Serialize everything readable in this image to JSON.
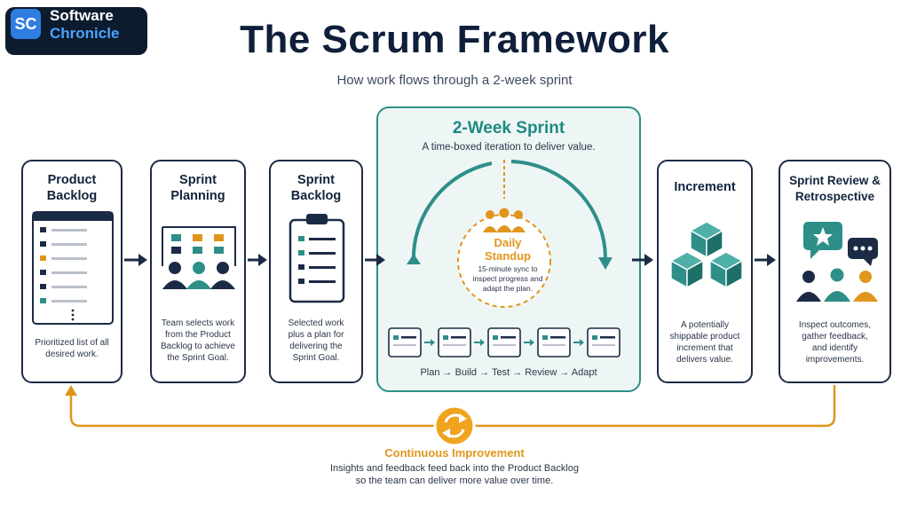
{
  "logo": {
    "badge": "SC",
    "line1": "Software",
    "line2": "Chronicle"
  },
  "header": {
    "title": "The Scrum Framework",
    "subtitle": "How work flows through a 2-week sprint"
  },
  "stages": [
    {
      "title_line1": "Product",
      "title_line2": "Backlog",
      "desc": [
        "Prioritized list of all",
        "desired work."
      ]
    },
    {
      "title_line1": "Sprint",
      "title_line2": "Planning",
      "desc": [
        "Team selects work",
        "from the Product",
        "Backlog to achieve",
        "the Sprint Goal."
      ]
    },
    {
      "title_line1": "Sprint",
      "title_line2": "Backlog",
      "desc": [
        "Selected work",
        "plus a plan for",
        "delivering the",
        "Sprint Goal."
      ]
    },
    {
      "title_line1": "Increment",
      "title_line2": "",
      "desc": [
        "A potentially",
        "shippable product",
        "increment that",
        "delivers value."
      ]
    },
    {
      "title_line1": "Sprint Review &",
      "title_line2": "Retrospective",
      "desc": [
        "Inspect outcomes,",
        "gather feedback,",
        "and identify",
        "improvements."
      ]
    }
  ],
  "sprint": {
    "title": "2-Week Sprint",
    "subtitle": "A time-boxed iteration to deliver value.",
    "standup": {
      "title_line1": "Daily",
      "title_line2": "Standup",
      "desc": [
        "15-minute sync to",
        "inspect progress and",
        "adapt the plan."
      ]
    },
    "steps": "Plan → Build → Test → Review → Adapt"
  },
  "improvement": {
    "title": "Continuous Improvement",
    "desc": [
      "Insights and feedback feed back into the Product Backlog",
      "so the team can deliver more value over time."
    ]
  },
  "colors": {
    "navy": "#1c2b45",
    "teal": "#2d8f88",
    "orange": "#e0961c",
    "sprint_bg": "#eef6f5"
  }
}
